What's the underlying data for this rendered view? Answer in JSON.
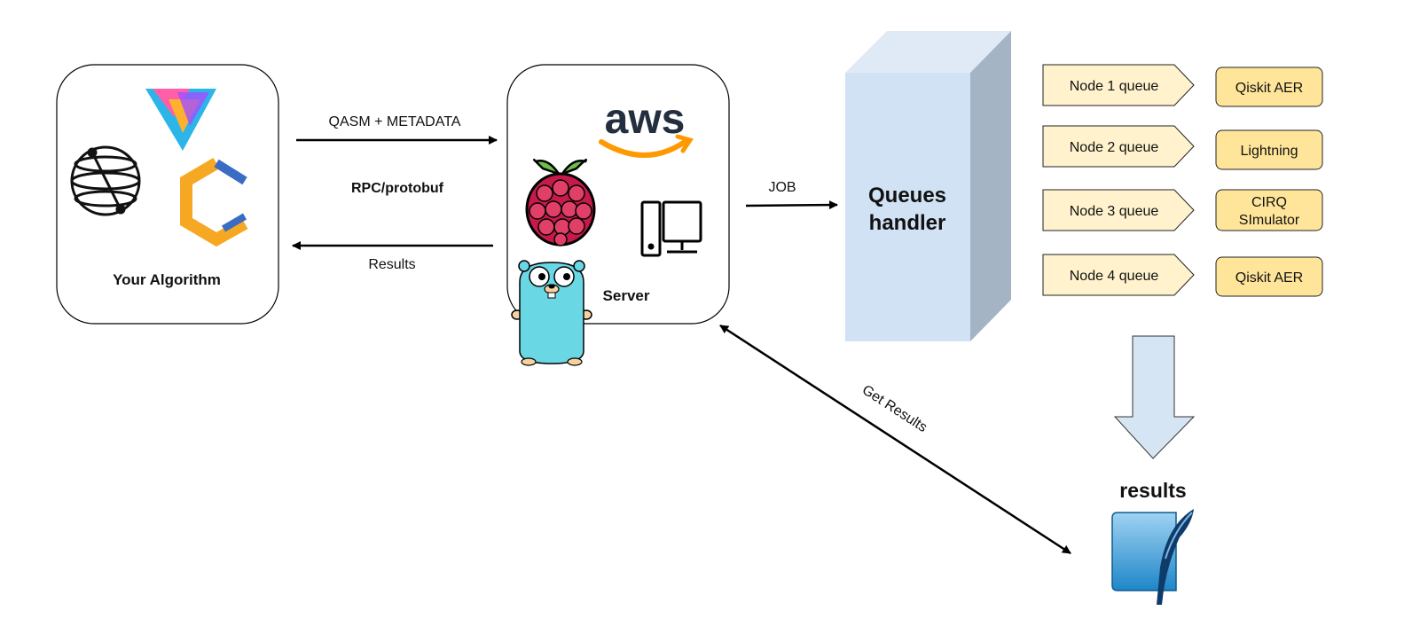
{
  "algorithm_box": {
    "label": "Your Algorithm"
  },
  "server_box": {
    "label": "Server",
    "aws_logo_text": "aws"
  },
  "arrows": {
    "request_label": "QASM + METADATA",
    "protocol_label": "RPC/protobuf",
    "results_label": "Results",
    "job_label": "JOB",
    "get_results_label": "Get Results"
  },
  "queues_handler": {
    "line1": "Queues",
    "line2": "handler"
  },
  "nodes": [
    {
      "queue": "Node 1 queue",
      "simulator_lines": [
        "Qiskit AER"
      ]
    },
    {
      "queue": "Node 2 queue",
      "simulator_lines": [
        "Lightning"
      ]
    },
    {
      "queue": "Node 3 queue",
      "simulator_lines": [
        "CIRQ",
        "SImulator"
      ]
    },
    {
      "queue": "Node 4 queue",
      "simulator_lines": [
        "Qiskit AER"
      ]
    }
  ],
  "results_store": {
    "label": "results"
  },
  "colors": {
    "queue_fill": "#fff2cc",
    "simulator_fill": "#ffe599",
    "cube_front": "#d0e2f4",
    "cube_top": "#dfeaf6",
    "cube_side": "#a4b4c4",
    "down_arrow": "#d6e5f3",
    "aws_orange": "#f90",
    "gopher": "#6ad7e5",
    "sqlite_blue": "#1f86c8"
  }
}
